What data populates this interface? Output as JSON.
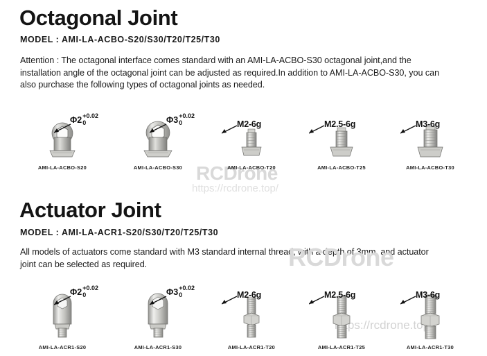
{
  "sections": [
    {
      "id": "octagonal",
      "title": "Octagonal Joint",
      "model_label": "MODEL : AMI-LA-ACBO-S20/S30/T20/T25/T30",
      "description": "Attention : The octagonal interface comes standard with an AMI-LA-ACBO-S30 octagonal joint,and the installation angle of the octagonal joint can be adjusted as required.In addition to AMI-LA-ACBO-S30, you can also purchase the following types of octagonal joints as needed.",
      "products": [
        {
          "caption": "AMI-LA-ACBO-S20",
          "callout_type": "diameter",
          "diameter": "Φ2",
          "tolerance_upper": "+0.02",
          "tolerance_lower": "0",
          "shape": "eyelet"
        },
        {
          "caption": "AMI-LA-ACBO-S30",
          "callout_type": "diameter",
          "diameter": "Φ3",
          "tolerance_upper": "+0.02",
          "tolerance_lower": "0",
          "shape": "eyelet"
        },
        {
          "caption": "AMI-LA-ACBO-T20",
          "callout_type": "thread",
          "thread": "M2-6g",
          "shape": "flange-bolt"
        },
        {
          "caption": "AMI-LA-ACBO-T25",
          "callout_type": "thread",
          "thread": "M2.5-6g",
          "shape": "flange-bolt"
        },
        {
          "caption": "AMI-LA-ACBO-T30",
          "callout_type": "thread",
          "thread": "M3-6g",
          "shape": "flange-bolt"
        }
      ]
    },
    {
      "id": "actuator",
      "title": "Actuator Joint",
      "model_label": "MODEL : AMI-LA-ACR1-S20/S30/T20/T25/T30",
      "description": "All models of actuators come standard with M3 standard internal thread, with a depth of 3mm, and actuator joint can be selected as required.",
      "products": [
        {
          "caption": "AMI-LA-ACR1-S20",
          "callout_type": "diameter",
          "diameter": "Φ2",
          "tolerance_upper": "+0.02",
          "tolerance_lower": "0",
          "shape": "rod-eye"
        },
        {
          "caption": "AMI-LA-ACR1-S30",
          "callout_type": "diameter",
          "diameter": "Φ3",
          "tolerance_upper": "+0.02",
          "tolerance_lower": "0",
          "shape": "rod-eye"
        },
        {
          "caption": "AMI-LA-ACR1-T20",
          "callout_type": "thread",
          "thread": "M2-6g",
          "shape": "stud-nut"
        },
        {
          "caption": "AMI-LA-ACR1-T25",
          "callout_type": "thread",
          "thread": "M2.5-6g",
          "shape": "stud-nut"
        },
        {
          "caption": "AMI-LA-ACR1-T30",
          "callout_type": "thread",
          "thread": "M3-6g",
          "shape": "stud-nut"
        }
      ]
    }
  ],
  "watermarks": {
    "brand": "RCDrone",
    "url": "https://rcdrone.top/"
  },
  "colors": {
    "text": "#1a1a1a",
    "watermark": "#dcdcdc",
    "metal_light": "#e8e8e6",
    "metal_mid": "#b9b9b6",
    "metal_dark": "#8a8a87"
  }
}
